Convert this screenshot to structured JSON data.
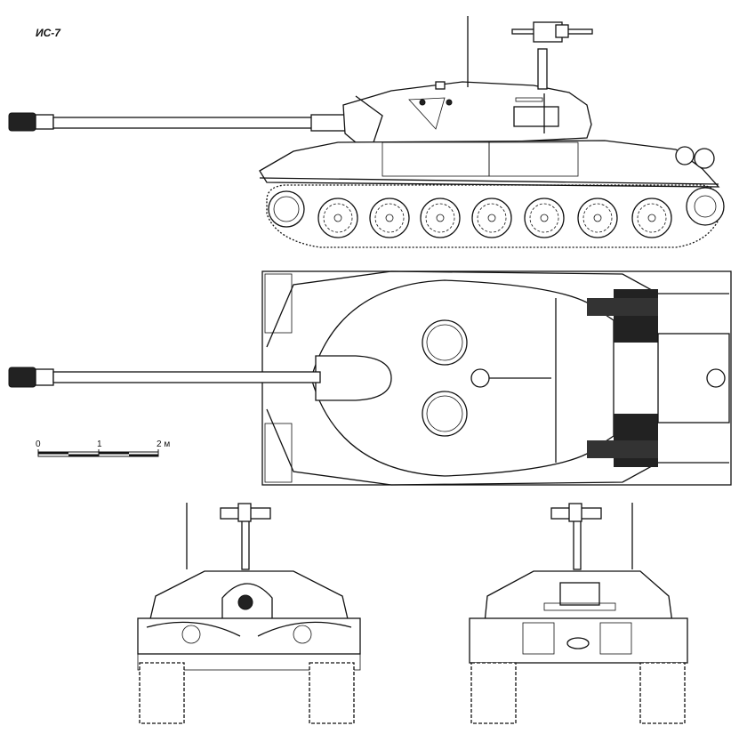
{
  "drawing": {
    "title": "ИС-7",
    "views": [
      "side-view",
      "top-view",
      "front-view",
      "rear-view"
    ],
    "road_wheels_per_side": 7
  },
  "scale_bar": {
    "labels": [
      "0",
      "1",
      "2 м"
    ],
    "unit": "м",
    "max": 2
  },
  "colors": {
    "line": "#111111",
    "background": "#ffffff"
  }
}
